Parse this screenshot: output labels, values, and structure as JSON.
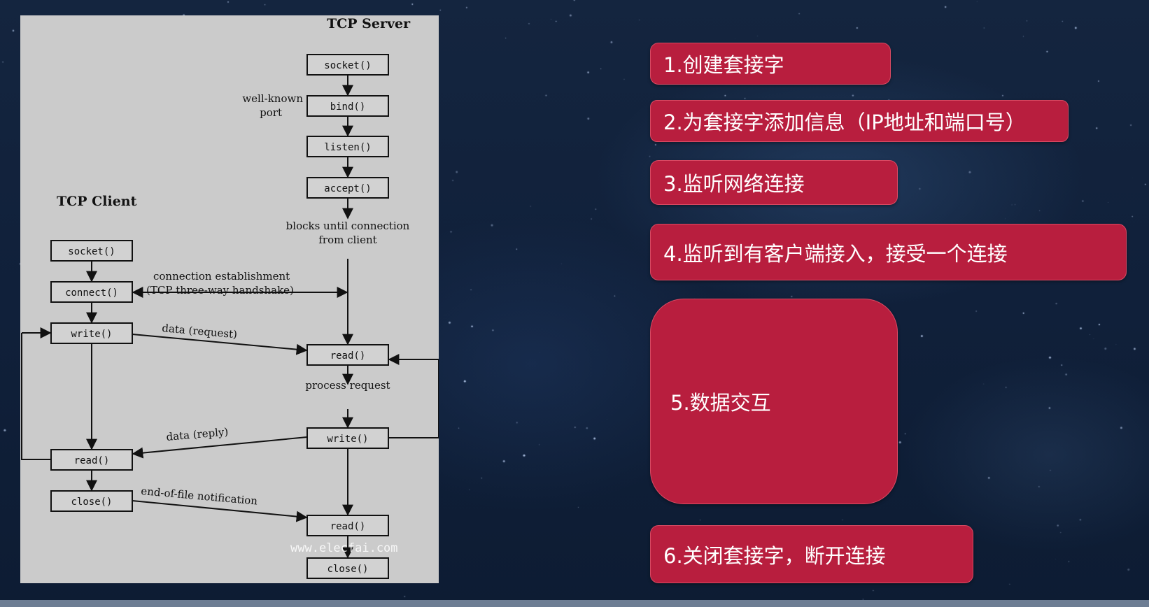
{
  "diagram": {
    "server_title": "TCP Server",
    "client_title": "TCP Client",
    "server_calls": [
      "socket()",
      "bind()",
      "listen()",
      "accept()",
      "read()",
      "write()",
      "read()",
      "close()"
    ],
    "client_calls": [
      "socket()",
      "connect()",
      "write()",
      "read()",
      "close()"
    ],
    "labels": {
      "well_known_1": "well-known",
      "well_known_2": "port",
      "blocks_1": "blocks until connection",
      "blocks_2": "from client",
      "conn_1": "connection establishment",
      "conn_2": "(TCP three-way handshake)",
      "data_request": "data (request)",
      "process_request": "process request",
      "data_reply": "data (reply)",
      "eof": "end-of-file notification"
    },
    "watermark": "www.elecfai.com"
  },
  "steps": [
    "1.创建套接字",
    "2.为套接字添加信息（IP地址和端口号）",
    "3.监听网络连接",
    "4.监听到有客户端接入，接受一个连接",
    "5.数据交互",
    "6.关闭套接字，断开连接"
  ],
  "colors": {
    "step_fill": "#b81e3e",
    "background": "#12233d",
    "diagram_bg": "#cbcbcb"
  }
}
